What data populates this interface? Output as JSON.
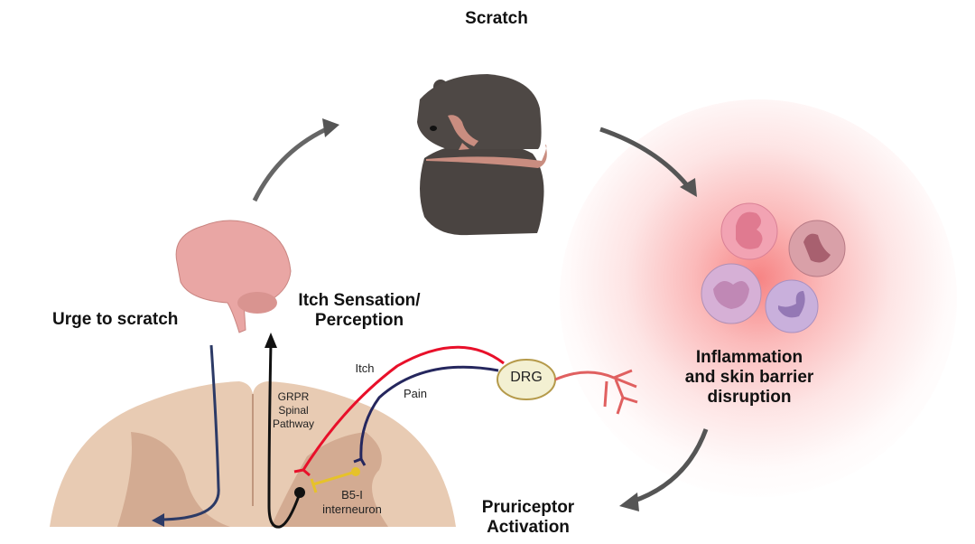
{
  "title": "Itch-scratch cycle",
  "labels": {
    "scratch": "Scratch",
    "inflammation": [
      "Inflammation",
      "and skin barrier",
      "disruption"
    ],
    "pruriceptor": [
      "Pruriceptor",
      "Activation"
    ],
    "itch_sensation": [
      "Itch Sensation/",
      "Perception"
    ],
    "urge": "Urge to scratch",
    "itch_fiber": "Itch",
    "pain_fiber": "Pain",
    "drg": "DRG",
    "grpr": [
      "GRPR",
      "Spinal",
      "Pathway"
    ],
    "interneuron": [
      "B5-I",
      "interneuron"
    ]
  },
  "icons": [
    "mouse-icon",
    "immune-cells-icon",
    "brain-icon",
    "spinal-cord-icon",
    "drg-neuron-icon"
  ],
  "colors": {
    "itch": "#e8102a",
    "pain": "#25275e",
    "interneuron": "#e6c22a",
    "cycle_arrow": "#555555",
    "spinal_white": "#e8cbb3",
    "spinal_gray": "#d3ab92",
    "drg_fill": "#f3f0d2"
  }
}
